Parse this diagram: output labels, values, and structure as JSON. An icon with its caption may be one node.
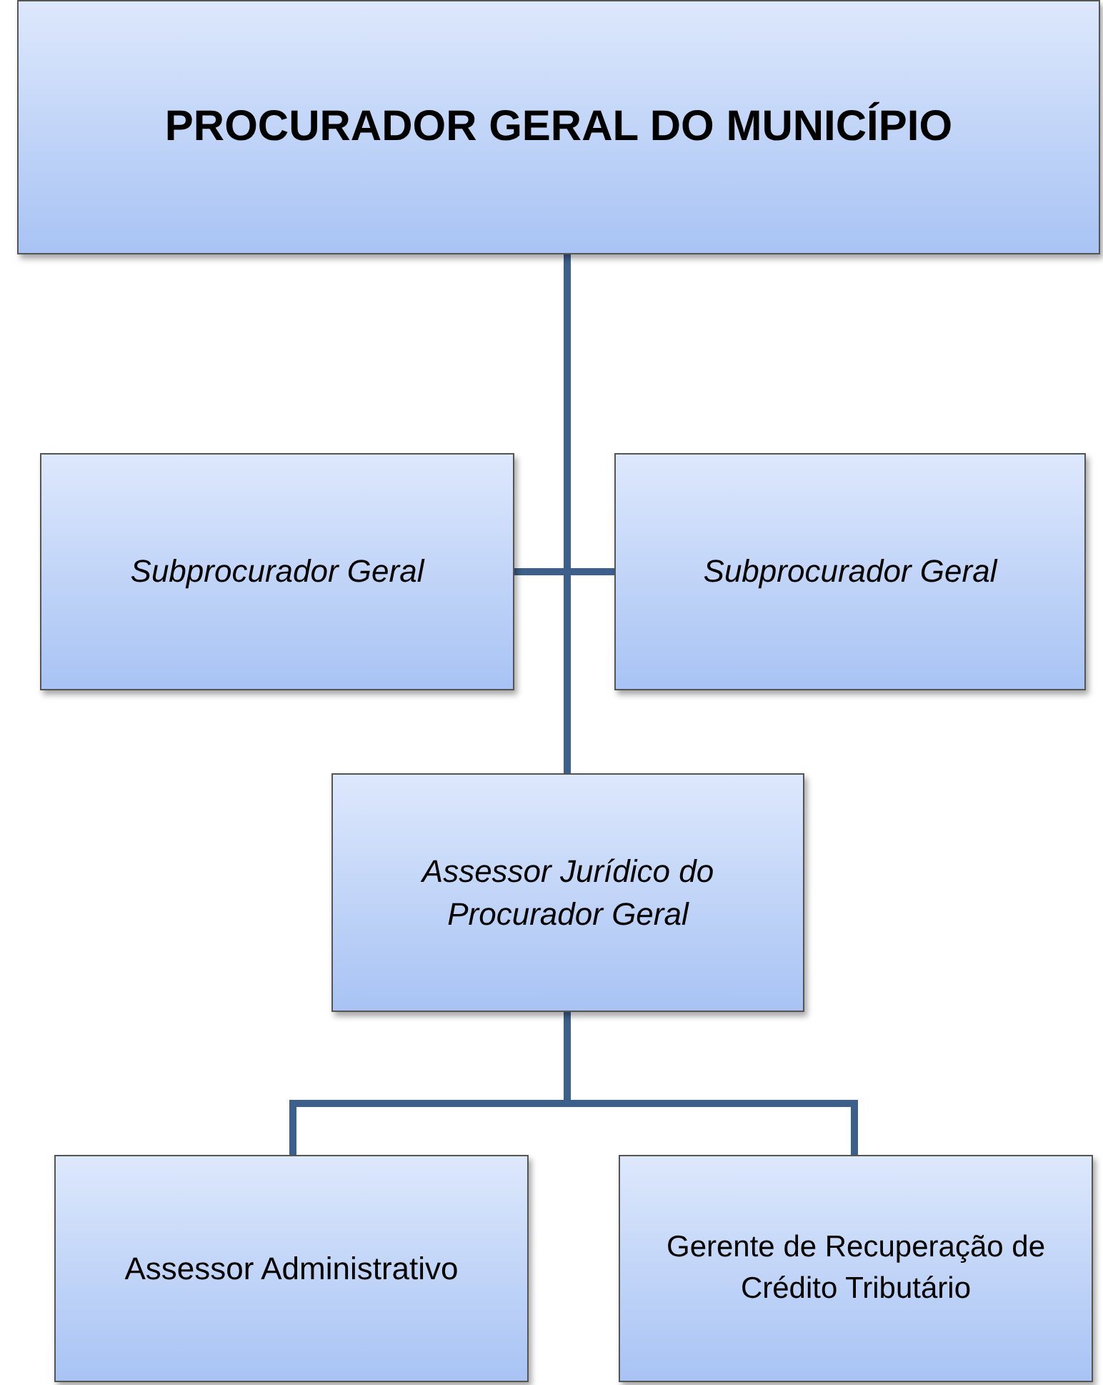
{
  "diagram": {
    "nodes": [
      {
        "text": [
          "PROCURADOR GERAL DO MUNICÍPIO"
        ]
      },
      {
        "text": [
          "Subprocurador Geral"
        ]
      },
      {
        "text": [
          "Subprocurador Geral"
        ]
      },
      {
        "text": [
          "Assessor Jurídico do Procurador Geral"
        ]
      },
      {
        "text": [
          "Assessor Administrativo"
        ]
      },
      {
        "text": [
          "Gerente de Recuperação de Crédito Tributário"
        ]
      }
    ],
    "edges": [
      {
        "from": 0,
        "to": 1,
        "arrow": "none"
      },
      {
        "from": 0,
        "to": 2,
        "arrow": "none"
      },
      {
        "from": 0,
        "to": 3,
        "arrow": "none"
      },
      {
        "from": 3,
        "to": 4,
        "arrow": "none"
      },
      {
        "from": 3,
        "to": 5,
        "arrow": "none"
      }
    ]
  }
}
